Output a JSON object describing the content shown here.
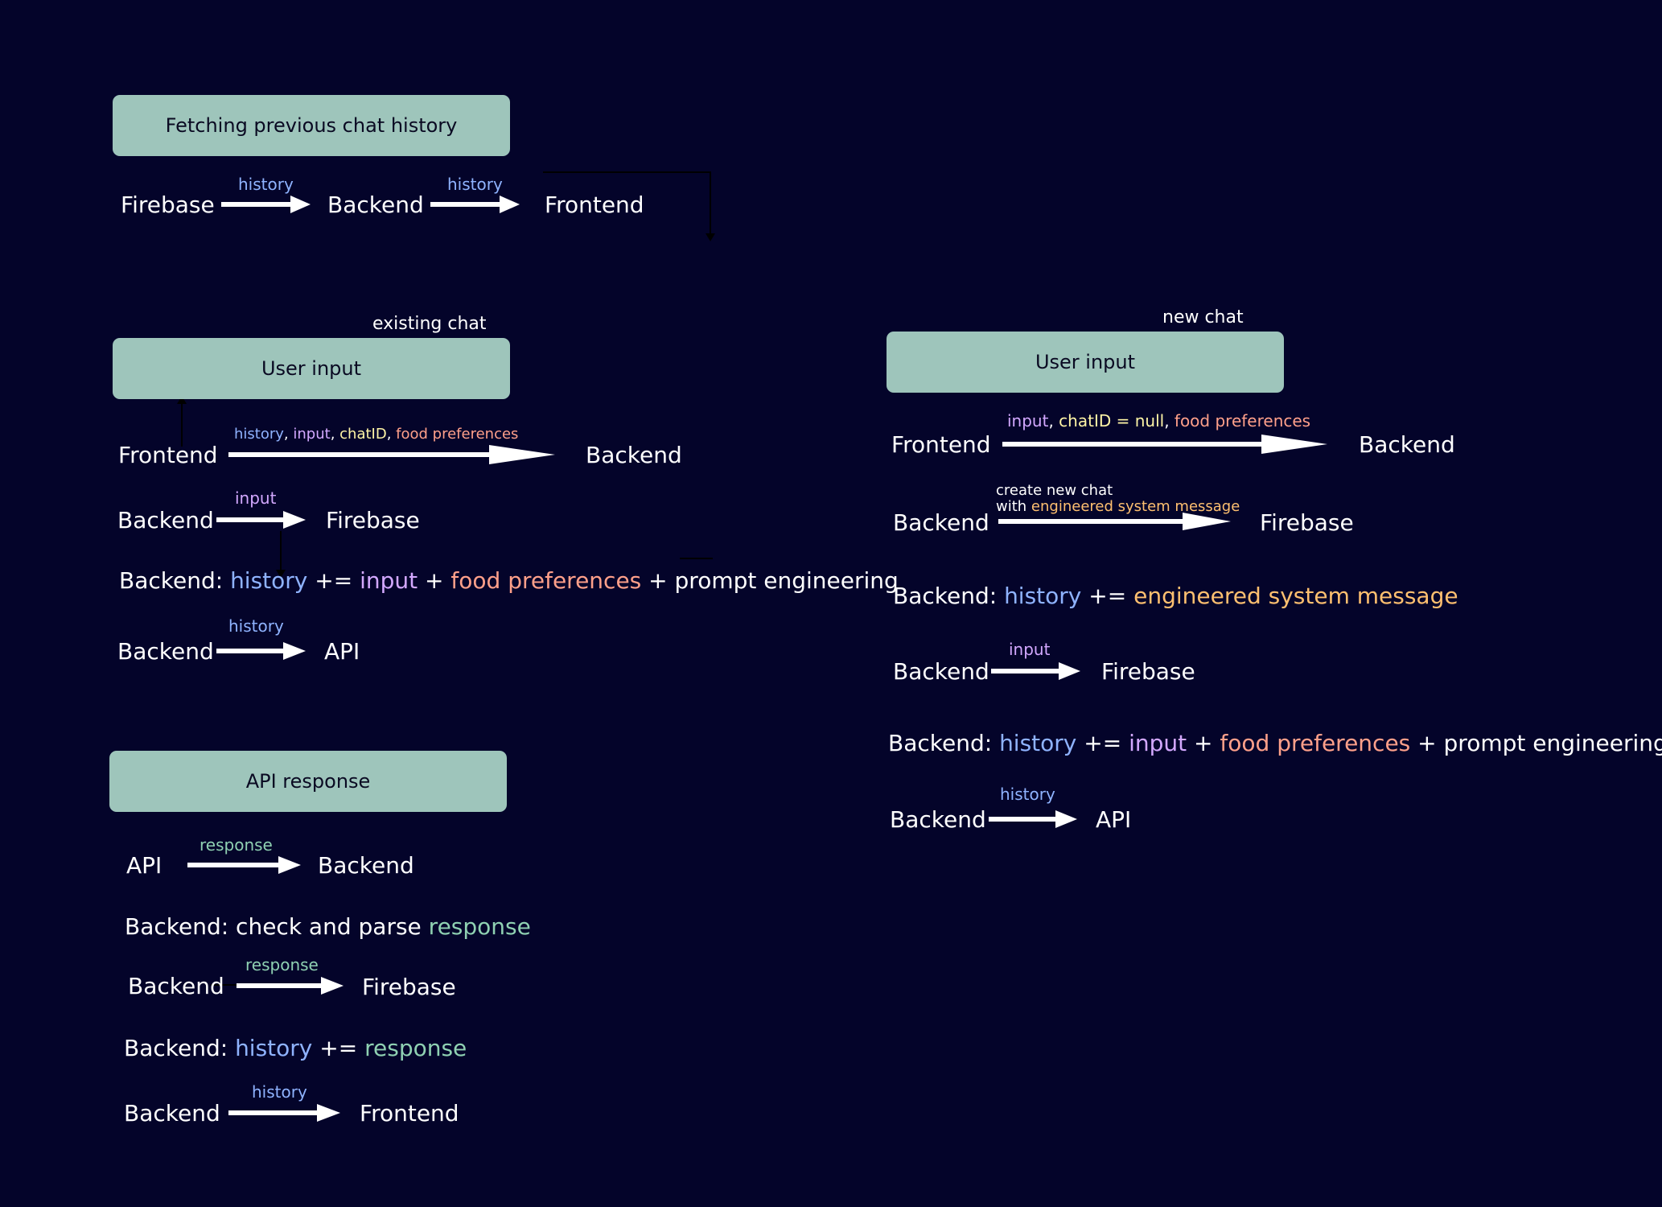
{
  "colors": {
    "background": "#04042a",
    "box_fill": "#9ec5bb",
    "history": "#8fb3ff",
    "input": "#d3a8ff",
    "chatID": "#fff5a6",
    "food_preferences": "#ffa08a",
    "system_message": "#ffc070",
    "response": "#8fd1b2"
  },
  "fetch": {
    "title": "Fetching previous chat history",
    "node_firebase": "Firebase",
    "node_backend": "Backend",
    "node_frontend": "Frontend",
    "label_1": "history",
    "label_2": "history"
  },
  "existing": {
    "tag": "existing chat",
    "title": "User input",
    "row1": {
      "from": "Frontend",
      "to": "Backend",
      "l_history": "history",
      "sep1": ", ",
      "l_input": "input",
      "sep2": ", ",
      "l_chat": "chatID",
      "sep3": ", ",
      "l_food": "food preferences"
    },
    "row2": {
      "from": "Backend",
      "to": "Firebase",
      "label": "input"
    },
    "eq": {
      "prefix": "Backend: ",
      "history": "history",
      "op": " += ",
      "input": "input",
      "plus1": " + ",
      "food": "food preferences",
      "plus2": " + prompt engineering"
    },
    "row4": {
      "from": "Backend",
      "to": "API",
      "label": "history"
    }
  },
  "newchat": {
    "tag": "new chat",
    "title": "User input",
    "row1": {
      "from": "Frontend",
      "to": "Backend",
      "l_input": "input",
      "sep1": ", ",
      "l_chat": "chatID = null",
      "sep2": ", ",
      "l_food": "food preferences"
    },
    "row2": {
      "from": "Backend",
      "to": "Firebase",
      "line1": "create new chat",
      "line2_prefix": "with ",
      "line2_sys": "engineered system message"
    },
    "eq1": {
      "prefix": "Backend: ",
      "history": "history",
      "op": " += ",
      "sys": "engineered system message"
    },
    "row4": {
      "from": "Backend",
      "to": "Firebase",
      "label": "input"
    },
    "eq2": {
      "prefix": "Backend: ",
      "history": "history",
      "op": " += ",
      "input": "input",
      "plus1": " + ",
      "food": "food preferences",
      "plus2": " + prompt engineering"
    },
    "row6": {
      "from": "Backend",
      "to": "API",
      "label": "history"
    }
  },
  "api": {
    "title": "API response",
    "row1": {
      "from": "API",
      "to": "Backend",
      "label": "response"
    },
    "eq1": {
      "prefix": "Backend: check and parse ",
      "resp": "response"
    },
    "row3": {
      "from": "Backend",
      "to": "Firebase",
      "label": "response"
    },
    "eq2": {
      "prefix": "Backend: ",
      "history": "history",
      "op": " += ",
      "resp": "response"
    },
    "row5": {
      "from": "Backend",
      "to": "Frontend",
      "label": "history"
    }
  }
}
